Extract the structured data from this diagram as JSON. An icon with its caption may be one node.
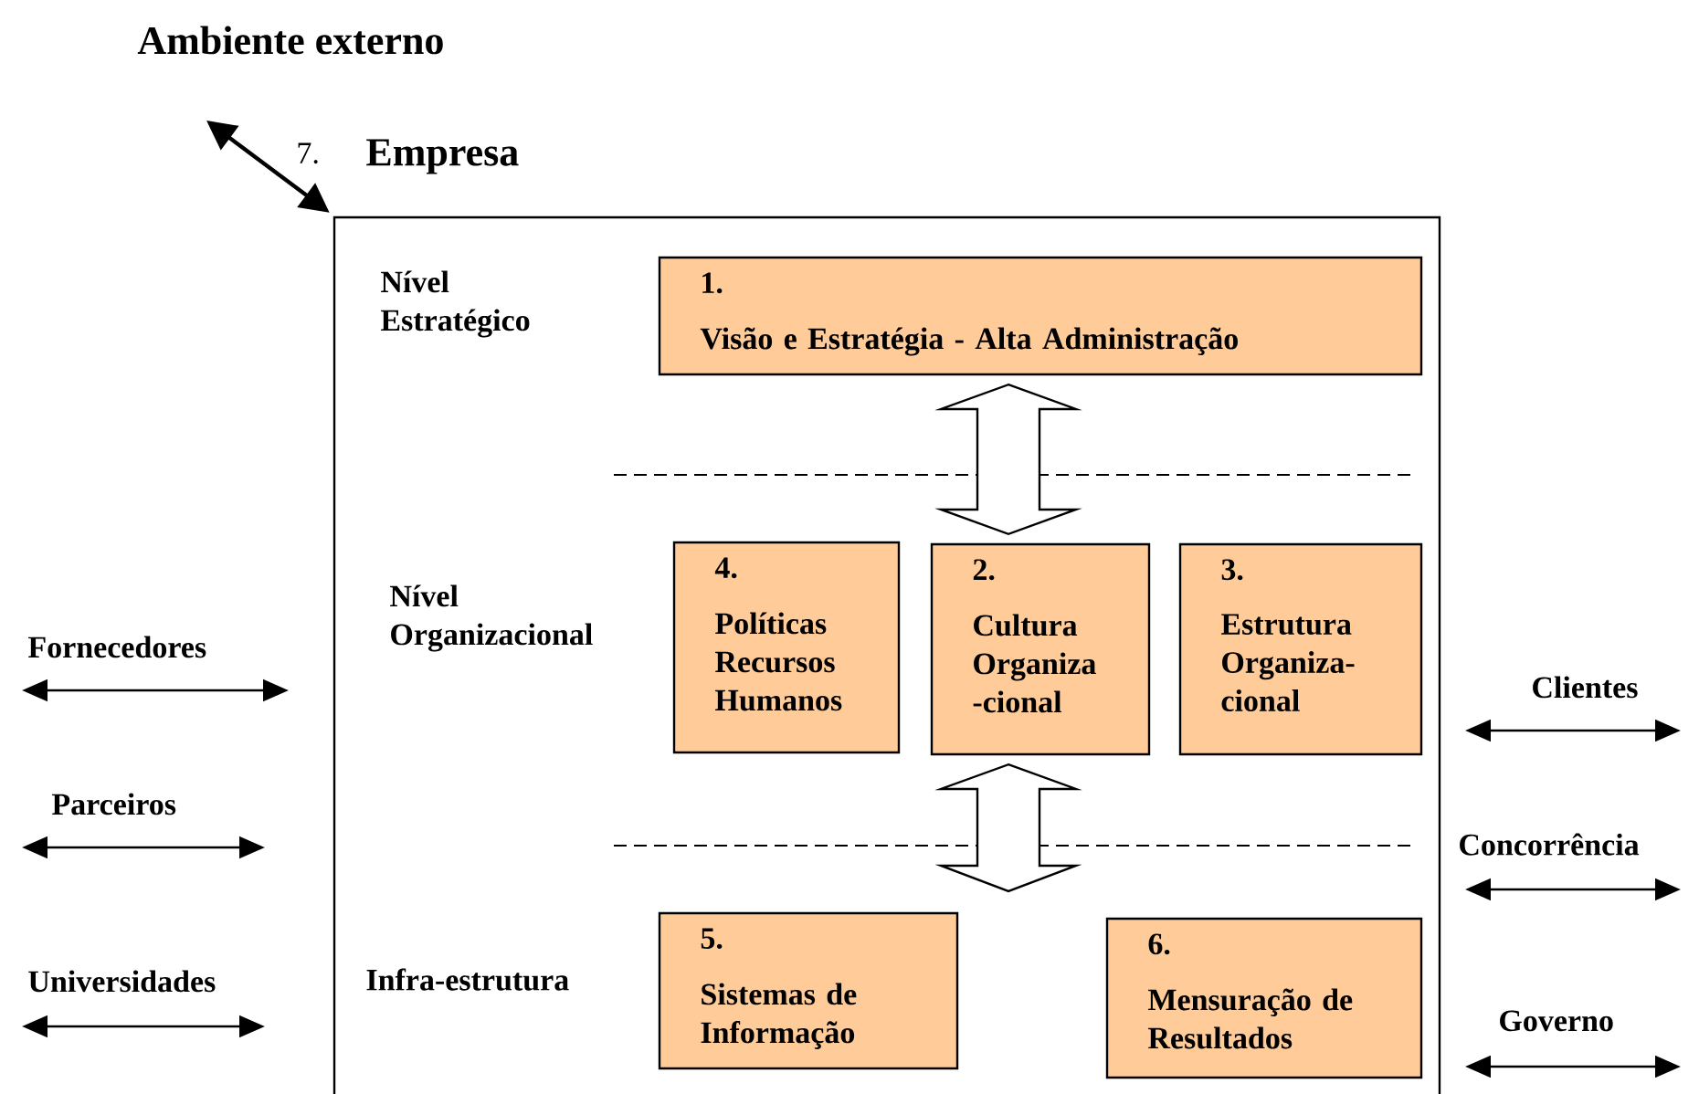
{
  "diagram": {
    "title": "Ambiente externo",
    "nodes": [
      {
        "text": [
          "Empresa"
        ]
      },
      {
        "text": [
          "1.",
          "Visão e Estratégia - Alta Administração"
        ],
        "in": 0
      },
      {
        "text": [
          "4.",
          "Políticas Recursos Humanos"
        ],
        "in": 0
      },
      {
        "text": [
          "2.",
          "Cultura Organiza -cional"
        ],
        "in": 0
      },
      {
        "text": [
          "3.",
          "Estrutura Organiza- cional"
        ],
        "in": 0
      },
      {
        "text": [
          "5.",
          "Sistemas de Informação"
        ],
        "in": 0
      },
      {
        "text": [
          "6.",
          "Mensuração de Resultados"
        ],
        "in": 0
      }
    ],
    "edges": [
      {
        "from": null,
        "to": 0,
        "arrow": "both"
      },
      {
        "from": 1,
        "to": 3,
        "arrow": "both"
      },
      {
        "from": 3,
        "to": null,
        "arrow": "both"
      }
    ],
    "labels": [
      "7.",
      "Nível Estratégico",
      "Nível Organizacional",
      "Infra-estrutura",
      "Fornecedores",
      "Parceiros",
      "Universidades",
      "Clientes",
      "Concorrência",
      "Governo"
    ]
  }
}
